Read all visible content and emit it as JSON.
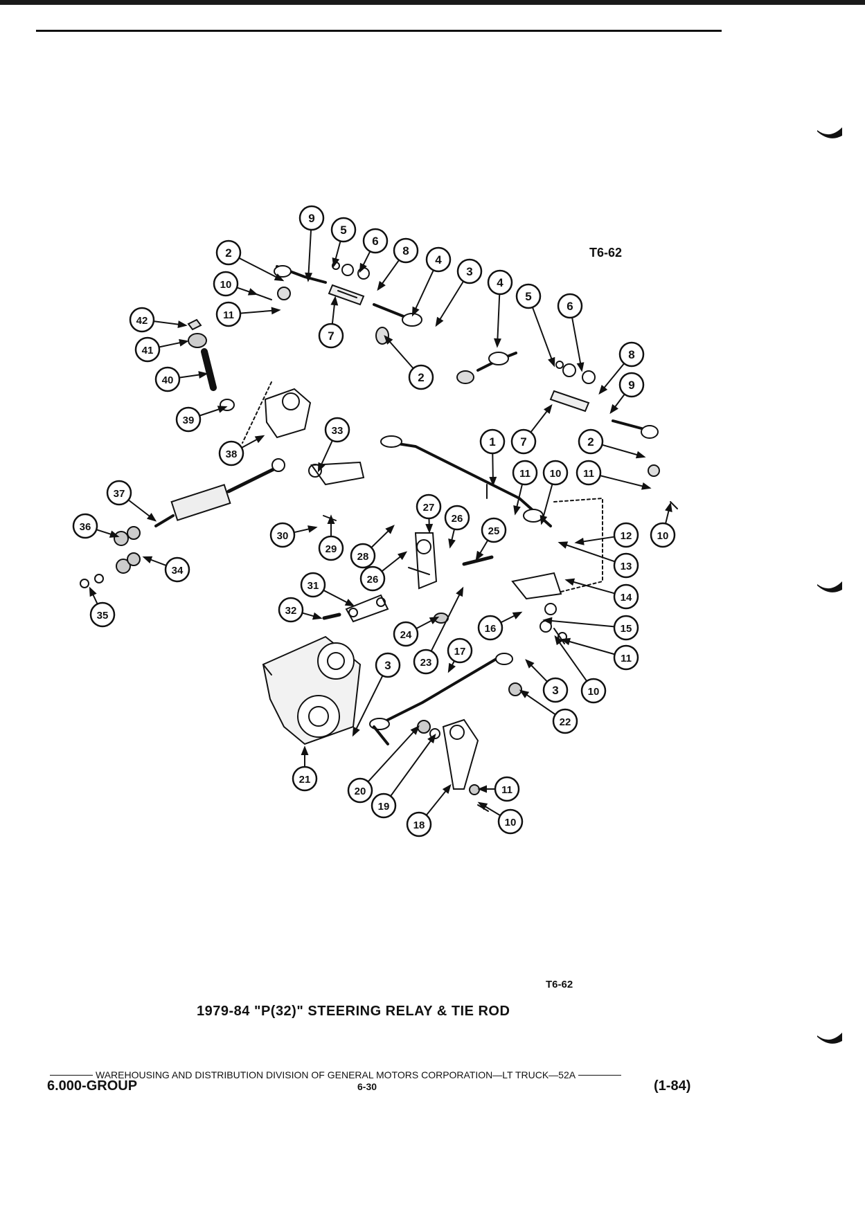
{
  "figure_id_top": "T6-62",
  "figure_id_bottom": "T6-62",
  "caption": "1979-84 \"P(32)\" STEERING RELAY & TIE ROD",
  "footer": {
    "publisher": "WAREHOUSING AND DISTRIBUTION  DIVISION OF GENERAL MOTORS CORPORATION—LT TRUCK—52A",
    "group": "6.000-GROUP",
    "page": "6-30",
    "date": "(1-84)"
  },
  "callouts": [
    "9",
    "5",
    "6",
    "8",
    "2",
    "4",
    "3",
    "4",
    "5",
    "6",
    "10",
    "11",
    "7",
    "42",
    "41",
    "2",
    "8",
    "40",
    "9",
    "39",
    "38",
    "33",
    "1",
    "7",
    "2",
    "37",
    "11",
    "10",
    "11",
    "27",
    "26",
    "25",
    "36",
    "30",
    "12",
    "10",
    "34",
    "29",
    "28",
    "26",
    "13",
    "31",
    "14",
    "32",
    "35",
    "24",
    "23",
    "16",
    "15",
    "11",
    "17",
    "3",
    "3",
    "10",
    "22",
    "21",
    "20",
    "19",
    "11",
    "18",
    "10"
  ]
}
